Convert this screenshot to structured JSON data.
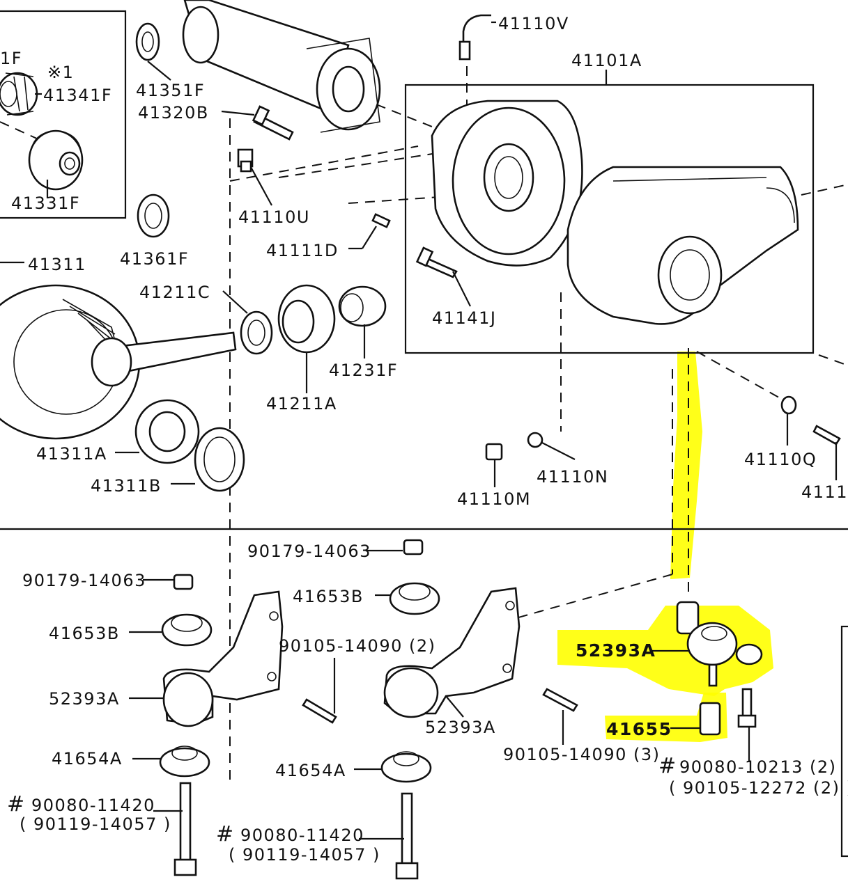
{
  "highlight_color": "#ffff00",
  "labels": {
    "l_1f": "1F",
    "l_note1": "※1",
    "l_41341f": "41341F",
    "l_41331f": "41331F",
    "l_41351f": "41351F",
    "l_41320b": "41320B",
    "l_41110v": "41110V",
    "l_41101a": "41101A",
    "l_41110u": "41110U",
    "l_41111d": "41111D",
    "l_41361f": "41361F",
    "l_41311": "41311",
    "l_41211c": "41211C",
    "l_41141j": "41141J",
    "l_41231f": "41231F",
    "l_41211a": "41211A",
    "l_41311a": "41311A",
    "l_41311b": "41311B",
    "l_41110m": "41110M",
    "l_41110n": "41110N",
    "l_41110q": "41110Q",
    "l_4111": "4111",
    "l_9017914063_top": "90179-14063",
    "l_9017914063_left": "90179-14063",
    "l_41653b_mid": "41653B",
    "l_41653b_left": "41653B",
    "l_9010514090_2": "90105-14090 (2)",
    "l_52393a_left": "52393A",
    "l_52393a_mid": "52393A",
    "l_52393a_hl": "52393A",
    "l_41655": "41655",
    "l_9010514090_3": "90105-14090 (3)",
    "l_41654a_left": "41654A",
    "l_41654a_mid": "41654A",
    "l_hash1": "#",
    "l_9008011420_left": "90080-11420",
    "l_9011914057_left": "( 90119-14057 )",
    "l_hash2": "#",
    "l_9008011420_mid": "90080-11420",
    "l_9011914057_mid": "( 90119-14057 )",
    "l_hash3": "#",
    "l_9008010213": "90080-10213 (2)",
    "l_9010512272": "( 90105-12272 (2) )"
  }
}
